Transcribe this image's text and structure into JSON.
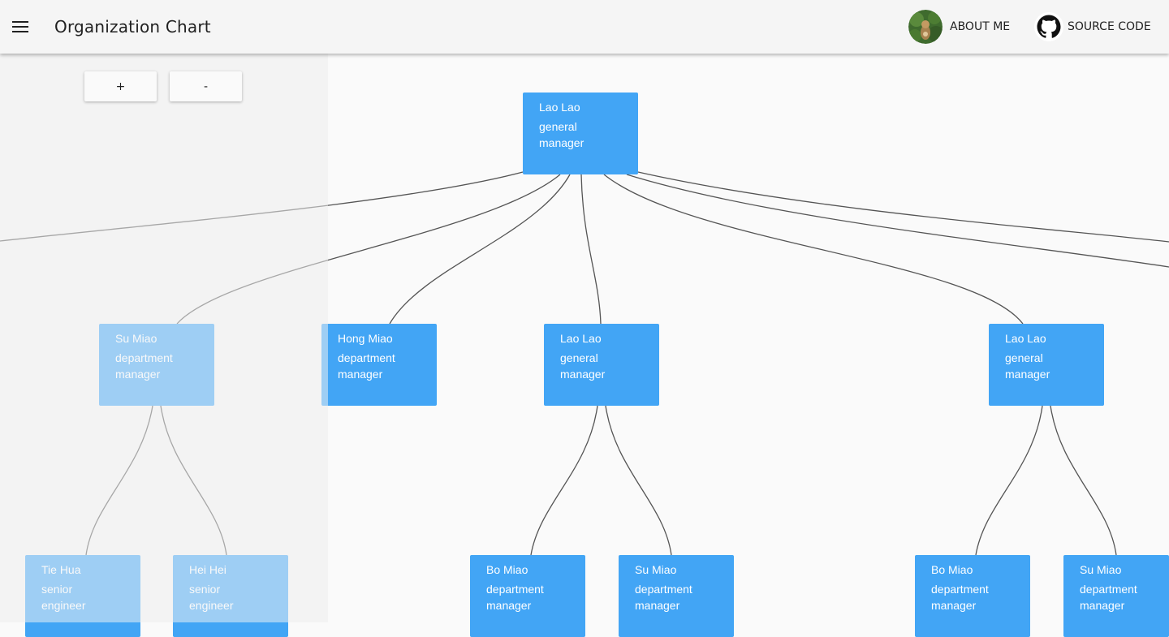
{
  "app": {
    "title": "Organization Chart",
    "menu_icon": "menu-icon",
    "accent": "#42a5f5"
  },
  "nav": {
    "about_label": "ABOUT ME",
    "source_label": "SOURCE CODE",
    "source_icon": "github-icon"
  },
  "zoom": {
    "in_label": "+",
    "out_label": "-"
  },
  "org": {
    "root": {
      "name": "Lao Lao",
      "role": "general manager"
    },
    "level2": [
      {
        "name": "Su Miao",
        "role": "department manager"
      },
      {
        "name": "Hong Miao",
        "role": "department manager"
      },
      {
        "name": "Lao Lao",
        "role": "general manager"
      },
      {
        "name": "Lao Lao",
        "role": "general manager"
      }
    ],
    "level3": [
      {
        "name": "Tie Hua",
        "role": "senior engineer"
      },
      {
        "name": "Hei Hei",
        "role": "senior engineer"
      },
      {
        "name": "Bo Miao",
        "role": "department manager"
      },
      {
        "name": "Su Miao",
        "role": "department manager"
      },
      {
        "name": "Bo Miao",
        "role": "department manager"
      },
      {
        "name": "Su Miao",
        "role": "department manager"
      }
    ]
  }
}
